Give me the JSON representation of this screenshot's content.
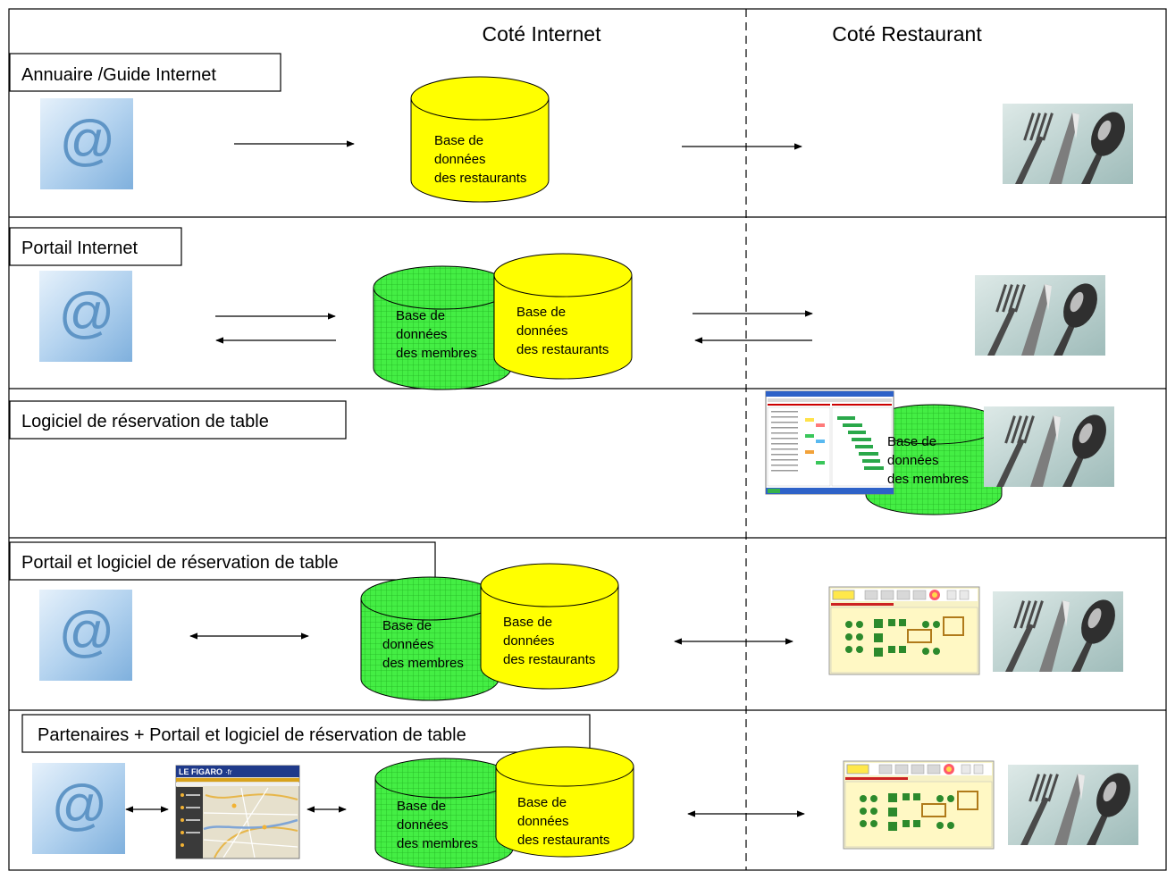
{
  "columns": {
    "internet": "Coté Internet",
    "restaurant": "Coté Restaurant"
  },
  "rows": [
    {
      "title": "Annuaire /Guide Internet"
    },
    {
      "title": "Portail Internet"
    },
    {
      "title": "Logiciel de réservation de table"
    },
    {
      "title": "Portail et logiciel de réservation de table"
    },
    {
      "title": "Partenaires + Portail et logiciel de réservation de table"
    }
  ],
  "databases": {
    "restaurants": [
      "Base de",
      "données",
      "des restaurants"
    ],
    "membres": [
      "Base de",
      "données",
      "des membres"
    ]
  },
  "icons": {
    "at": "at-sign-icon",
    "cutlery": "fork-knife-spoon-icon",
    "booking_software": "booking-software-screenshot",
    "floor_plan": "table-floor-plan-screenshot",
    "partner_site": "le-figaro-map-screenshot"
  },
  "partner": {
    "logo_text": "LE FIGARO",
    "logo_suffix": "·fr"
  },
  "colors": {
    "restaurants_db": "#ffff00",
    "membres_db": "#44ee44",
    "at_tile": "#a8ccec",
    "cutlery_bg": "#bcd4d2",
    "figaro_blue": "#1f3a8a"
  }
}
